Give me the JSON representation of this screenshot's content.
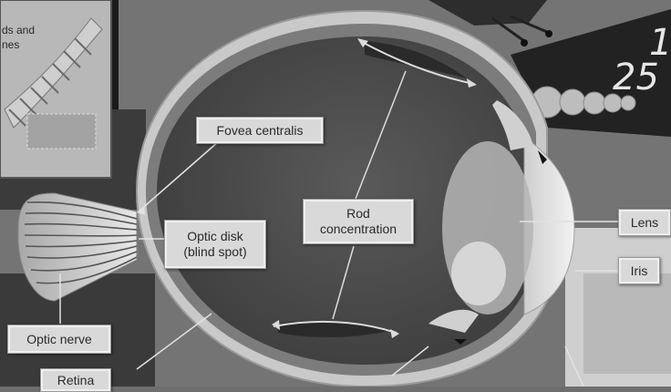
{
  "labels": {
    "fovea": "Fovea centralis",
    "optic_disk": "Optic disk\n(blind spot)",
    "rod": "Rod\nconcentration",
    "lens": "Lens",
    "iris": "Iris",
    "optic_nerve": "Optic nerve",
    "retina": "Retina"
  },
  "inset": {
    "line1": "ds and",
    "line2": "nes"
  },
  "corner": {
    "digit_top": "1",
    "digits": "25"
  }
}
